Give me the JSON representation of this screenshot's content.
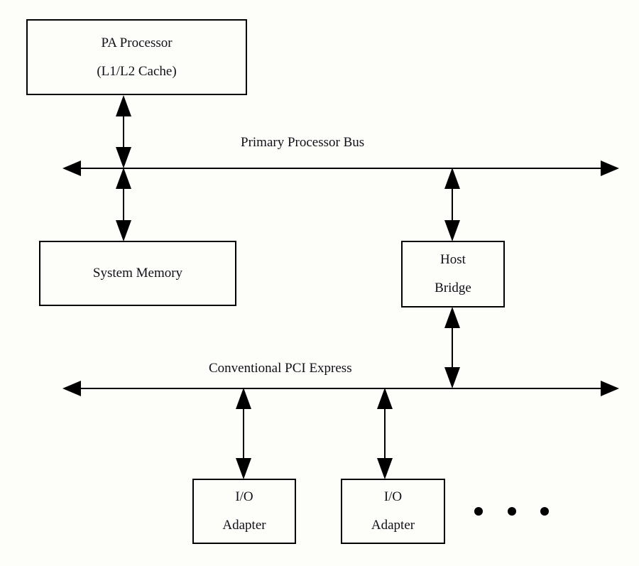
{
  "diagram": {
    "title": "PA Processor system block diagram",
    "background_color": "#fdfdfa",
    "line_color": "#000000",
    "text_color": "#111018",
    "nodes": {
      "processor": {
        "name": "PA Processor",
        "line1": "PA Processor",
        "line2": "(L1/L2 Cache)"
      },
      "system_memory": {
        "name": "System Memory",
        "line1": "System Memory"
      },
      "host_bridge": {
        "name": "Host Bridge",
        "line1": "Host",
        "line2": "Bridge"
      },
      "io_adapter_1": {
        "name": "I/O Adapter",
        "line1": "I/O",
        "line2": "Adapter"
      },
      "io_adapter_2": {
        "name": "I/O Adapter",
        "line1": "I/O",
        "line2": "Adapter"
      }
    },
    "buses": {
      "primary": {
        "label": "Primary Processor Bus"
      },
      "pcie": {
        "label": "Conventional PCI Express"
      }
    },
    "connections": [
      {
        "from": "processor",
        "to": "primary_bus",
        "type": "double-arrow"
      },
      {
        "from": "primary_bus",
        "to": "system_memory",
        "type": "double-arrow"
      },
      {
        "from": "primary_bus",
        "to": "host_bridge",
        "type": "double-arrow"
      },
      {
        "from": "host_bridge",
        "to": "pcie_bus",
        "type": "double-arrow"
      },
      {
        "from": "pcie_bus",
        "to": "io_adapter_1",
        "type": "double-arrow"
      },
      {
        "from": "pcie_bus",
        "to": "io_adapter_2",
        "type": "double-arrow"
      }
    ],
    "ellipsis": {
      "name": "additional-io-adapters-ellipsis",
      "dot_count": 3
    }
  }
}
